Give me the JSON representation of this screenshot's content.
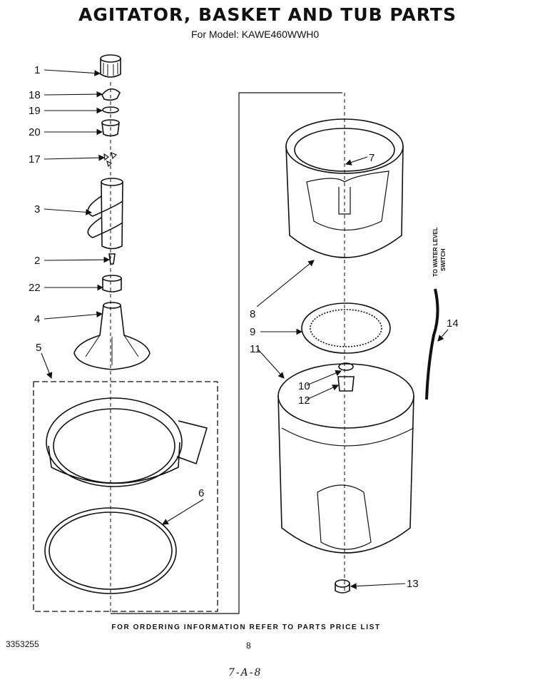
{
  "header": {
    "title": "AGITATOR, BASKET AND TUB PARTS",
    "model_line": "For Model: KAWE460WWH0"
  },
  "callouts": [
    "1",
    "18",
    "19",
    "20",
    "17",
    "3",
    "2",
    "22",
    "4",
    "5",
    "6",
    "7",
    "8",
    "9",
    "11",
    "10",
    "12",
    "14",
    "13"
  ],
  "side_note": {
    "line1": "TO WATER LEVEL",
    "line2": "SWITCH"
  },
  "footer": {
    "ordering": "FOR ORDERING INFORMATION REFER TO PARTS PRICE LIST",
    "doc_number": "3353255",
    "page_number": "8",
    "handwritten": "7-A-8"
  },
  "colors": {
    "ink": "#111111",
    "background": "#ffffff"
  }
}
